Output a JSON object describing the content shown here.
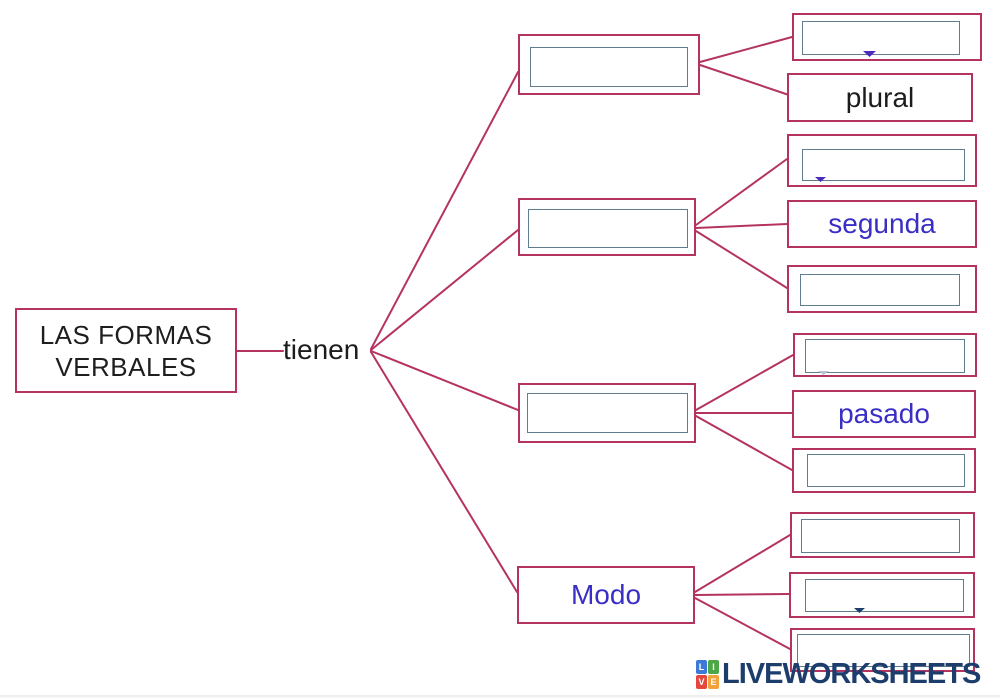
{
  "diagram": {
    "root_line1": "LAS FORMAS",
    "root_line2": "VERBALES",
    "connector_label": "tienen",
    "branches": [
      {
        "node_label": "",
        "children": [
          "",
          "plural"
        ]
      },
      {
        "node_label": "",
        "children": [
          "",
          "segunda",
          ""
        ]
      },
      {
        "node_label": "",
        "children": [
          "",
          "pasado",
          ""
        ]
      },
      {
        "node_label": "Modo",
        "children": [
          "",
          "",
          ""
        ]
      }
    ]
  },
  "colors": {
    "box_border": "#b5345f",
    "input_border": "#5f7d8e",
    "answer_blue": "#3a2fc4",
    "text_black": "#1c1c1c",
    "logo_navy": "#1d3d6d"
  },
  "logo": {
    "text": "LIVEWORKSHEETS",
    "tiles": [
      "L",
      "I",
      "V",
      "E"
    ]
  }
}
